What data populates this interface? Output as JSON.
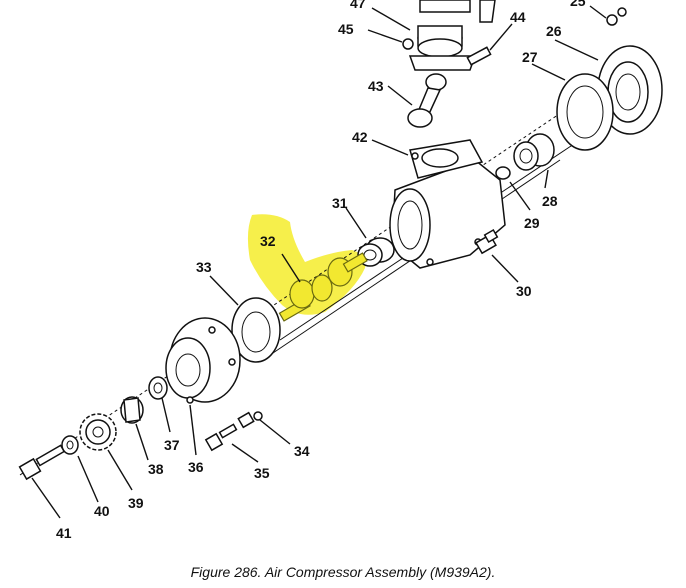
{
  "figure": {
    "caption": "Figure 286.  Air Compressor Assembly (M939A2)."
  },
  "highlight_color": "#f4ec2c",
  "callouts": {
    "c25": "25",
    "c26": "26",
    "c27": "27",
    "c28": "28",
    "c29": "29",
    "c30": "30",
    "c31": "31",
    "c32": "32",
    "c33": "33",
    "c34": "34",
    "c35": "35",
    "c36": "36",
    "c37": "37",
    "c38": "38",
    "c39": "39",
    "c40": "40",
    "c41": "41",
    "c42": "42",
    "c43": "43",
    "c44": "44",
    "c45": "45",
    "c47": "47"
  }
}
